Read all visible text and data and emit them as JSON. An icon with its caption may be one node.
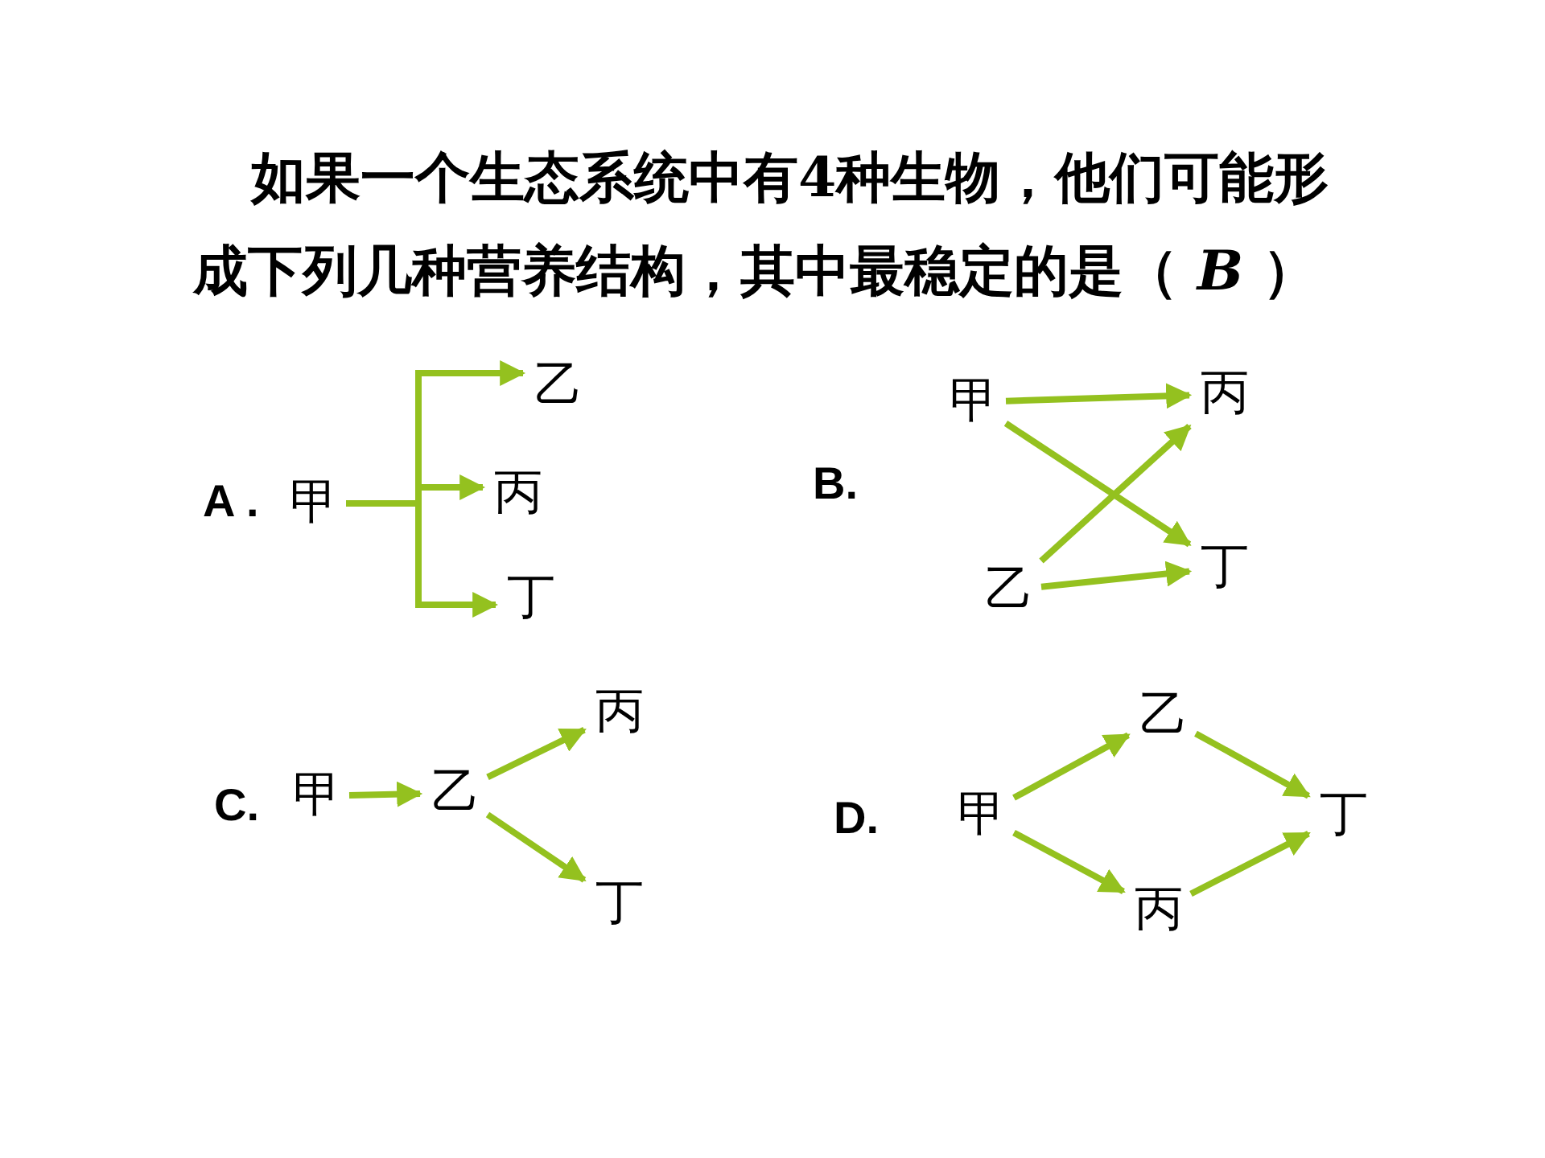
{
  "diagram": {
    "title": "如果一个生态系统中有4种生物，他们可能形成下列几种营养结构，其中最稳定的是（ *B* ）",
    "nodes": [
      {
        "text": [
          "甲"
        ]
      },
      {
        "text": [
          "乙"
        ]
      },
      {
        "text": [
          "丙"
        ]
      },
      {
        "text": [
          "丁"
        ]
      },
      {
        "text": [
          "甲"
        ]
      },
      {
        "text": [
          "丙"
        ]
      },
      {
        "text": [
          "乙"
        ]
      },
      {
        "text": [
          "丁"
        ]
      },
      {
        "text": [
          "甲"
        ]
      },
      {
        "text": [
          "乙"
        ]
      },
      {
        "text": [
          "丙"
        ]
      },
      {
        "text": [
          "丁"
        ]
      },
      {
        "text": [
          "甲"
        ]
      },
      {
        "text": [
          "乙"
        ]
      },
      {
        "text": [
          "丙"
        ]
      },
      {
        "text": [
          "丁"
        ]
      }
    ],
    "edges": [
      {
        "from": 0,
        "to": 1,
        "arrow": "to"
      },
      {
        "from": 0,
        "to": 2,
        "arrow": "to"
      },
      {
        "from": 0,
        "to": 3,
        "arrow": "to"
      },
      {
        "from": 4,
        "to": 5,
        "arrow": "to"
      },
      {
        "from": 4,
        "to": 7,
        "arrow": "to"
      },
      {
        "from": 6,
        "to": 5,
        "arrow": "to"
      },
      {
        "from": 6,
        "to": 7,
        "arrow": "to"
      },
      {
        "from": 8,
        "to": 9,
        "arrow": "to"
      },
      {
        "from": 9,
        "to": 10,
        "arrow": "to"
      },
      {
        "from": 9,
        "to": 11,
        "arrow": "to"
      },
      {
        "from": 12,
        "to": 13,
        "arrow": "to"
      },
      {
        "from": 12,
        "to": 14,
        "arrow": "to"
      },
      {
        "from": 13,
        "to": 15,
        "arrow": "to"
      },
      {
        "from": 14,
        "to": 15,
        "arrow": "to"
      }
    ],
    "labels": [
      "A .",
      "B.",
      "C.",
      "D."
    ]
  }
}
